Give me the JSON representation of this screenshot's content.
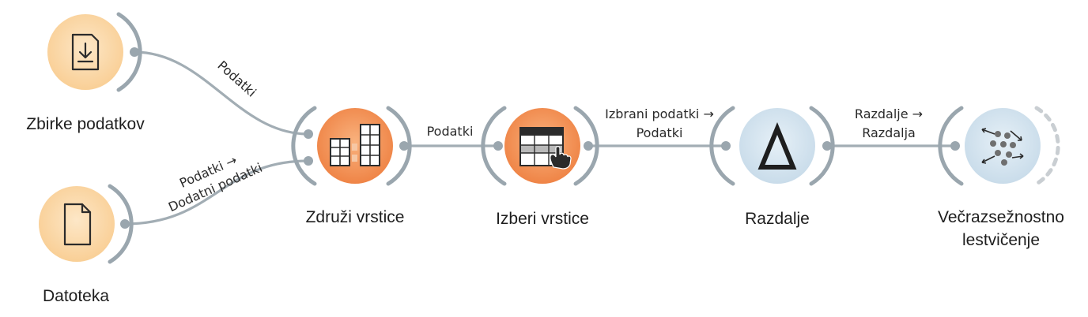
{
  "workflow": {
    "nodes": [
      {
        "id": "zbirke",
        "label_lines": [
          "Zbirke podatkov"
        ],
        "icon": "datasets-download-icon",
        "category": "data"
      },
      {
        "id": "datoteka",
        "label_lines": [
          "Datoteka"
        ],
        "icon": "file-icon",
        "category": "data"
      },
      {
        "id": "zdruzi",
        "label_lines": [
          "Združi vrstice"
        ],
        "icon": "concatenate-tables-icon",
        "category": "transform"
      },
      {
        "id": "izberi",
        "label_lines": [
          "Izberi vrstice"
        ],
        "icon": "select-rows-icon",
        "category": "transform"
      },
      {
        "id": "razdalje",
        "label_lines": [
          "Razdalje"
        ],
        "icon": "delta-icon",
        "category": "unsupervised"
      },
      {
        "id": "mds",
        "label_lines": [
          "Večrazsežnostno",
          "lestvičenje"
        ],
        "icon": "mds-scatter-icon",
        "category": "unsupervised"
      }
    ],
    "links": [
      {
        "from": "zbirke",
        "to": "zdruzi",
        "label_lines": [
          "Podatki"
        ]
      },
      {
        "from": "datoteka",
        "to": "zdruzi",
        "label_lines": [
          "Podatki →",
          "Dodatni podatki"
        ]
      },
      {
        "from": "zdruzi",
        "to": "izberi",
        "label_lines": [
          "Podatki"
        ]
      },
      {
        "from": "izberi",
        "to": "razdalje",
        "label_lines": [
          "Izbrani podatki →",
          "Podatki"
        ]
      },
      {
        "from": "razdalje",
        "to": "mds",
        "label_lines": [
          "Razdalje →",
          "Razdalja"
        ]
      }
    ]
  },
  "colors": {
    "data_fill": "#fbd9a8",
    "data_fill_dark": "#f6c27e",
    "transform_fill": "#f7a36d",
    "transform_fill_dark": "#ee7b3e",
    "unsupervised_fill": "#d9e8f2",
    "unsupervised_fill_dark": "#c3d8e7",
    "link": "#a2adb4",
    "bracket": "#9aa6ae"
  }
}
